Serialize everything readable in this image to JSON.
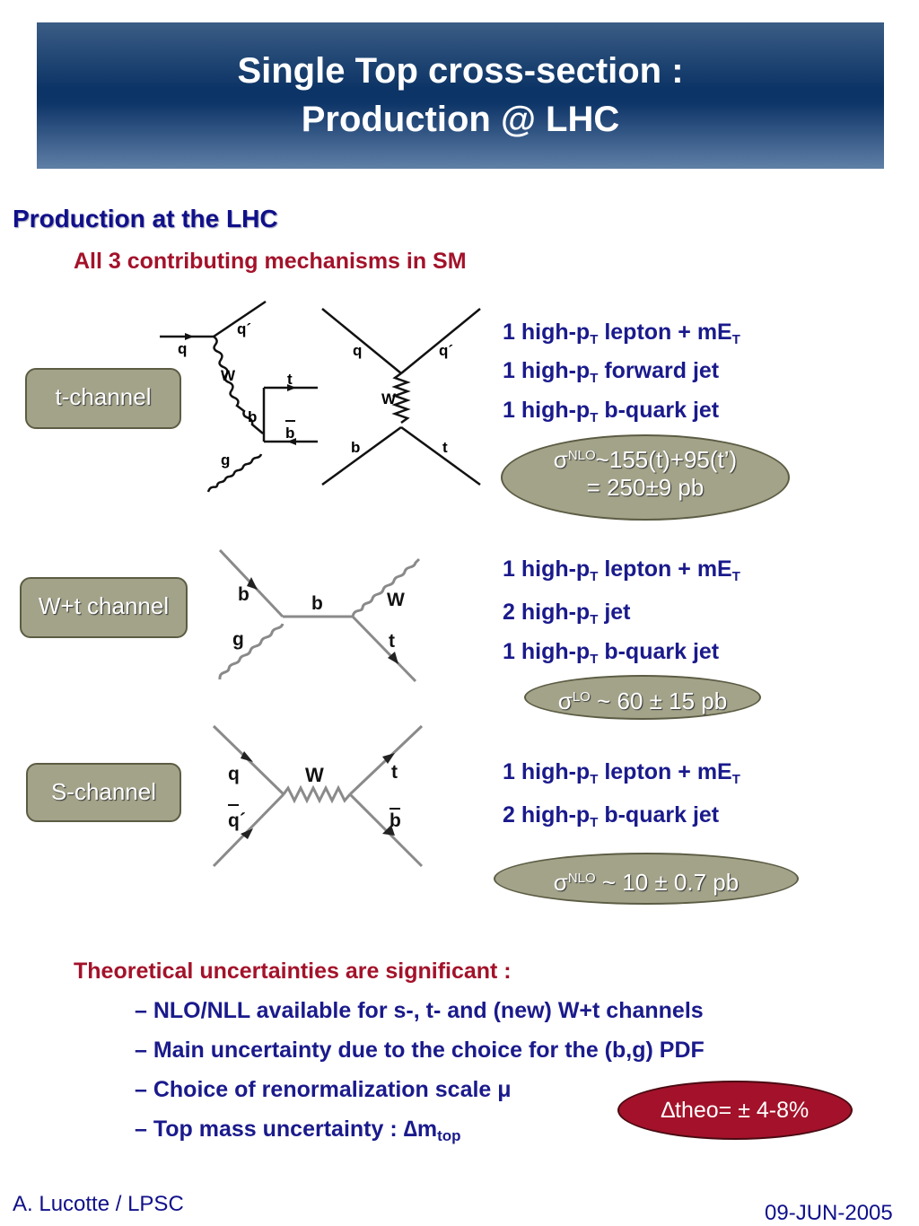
{
  "header": {
    "title_line1": "Single Top cross-section :",
    "title_line2": "Production @ LHC"
  },
  "section": {
    "title": "Production at the LHC",
    "subtitle": "All 3 contributing mechanisms in SM"
  },
  "channels": {
    "t": {
      "label": "t-channel",
      "lines": [
        {
          "pre": "1 high-p",
          "sub": "T",
          "post": " lepton + mE",
          "sub2": "T"
        },
        {
          "pre": "1 high-p",
          "sub": "T",
          "post": " forward jet",
          "sub2": ""
        },
        {
          "pre": "1 high-p",
          "sub": "T",
          "post": " b-quark jet",
          "sub2": ""
        }
      ],
      "sigma": {
        "symbol": "σ",
        "sup": "NLO",
        "rest": "~155(t)+95(t’)",
        "line2": "= 250±9 pb"
      },
      "diagram1": {
        "q": "q",
        "qp": "q´",
        "W": "W",
        "t": "t",
        "b": "b",
        "bbar": "b",
        "g": "g"
      },
      "diagram2": {
        "q": "q",
        "qp": "q´",
        "W": "W",
        "b": "b",
        "t": "t"
      }
    },
    "wt": {
      "label": "W+t channel",
      "lines": [
        {
          "pre": "1 high-p",
          "sub": "T",
          "post": " lepton + mE",
          "sub2": "T"
        },
        {
          "pre": "2 high-p",
          "sub": "T",
          "post": " jet",
          "sub2": ""
        },
        {
          "pre": "1 high-p",
          "sub": "T",
          "post": " b-quark jet",
          "sub2": ""
        }
      ],
      "sigma": {
        "symbol": "σ",
        "sup": "LO",
        "rest": " ~ 60 ± 15 pb"
      },
      "diagram": {
        "b_in": "b",
        "g": "g",
        "b_mid": "b",
        "W": "W",
        "t": "t"
      }
    },
    "s": {
      "label": "S-channel",
      "lines": [
        {
          "pre": "1 high-p",
          "sub": "T",
          "post": " lepton + mE",
          "sub2": "T"
        },
        {
          "pre": "2 high-p",
          "sub": "T",
          "post": " b-quark jet",
          "sub2": ""
        }
      ],
      "sigma": {
        "symbol": "σ",
        "sup": "NLO",
        "rest": " ~ 10 ± 0.7 pb"
      },
      "diagram": {
        "q": "q",
        "qbar": "q´",
        "W": "W",
        "t": "t",
        "bbar": "b"
      }
    }
  },
  "uncertainties": {
    "title": "Theoretical uncertainties are significant :",
    "items": [
      "– NLO/NLL available for s-, t- and (new) W+t channels",
      "– Main uncertainty due to the choice for the (b,g) PDF",
      "– Choice of renormalization scale μ"
    ],
    "last_item": {
      "pre": "– Top mass uncertainty : ∆m",
      "sub": "top"
    },
    "badge": "∆theo= ± 4-8%"
  },
  "footer": {
    "author": "A. Lucotte / LPSC",
    "date": "09-JUN-2005"
  },
  "colors": {
    "banner": "#0e3568",
    "heading": "#10108a",
    "accent_red": "#a3122a",
    "box": "#a3a38a"
  }
}
